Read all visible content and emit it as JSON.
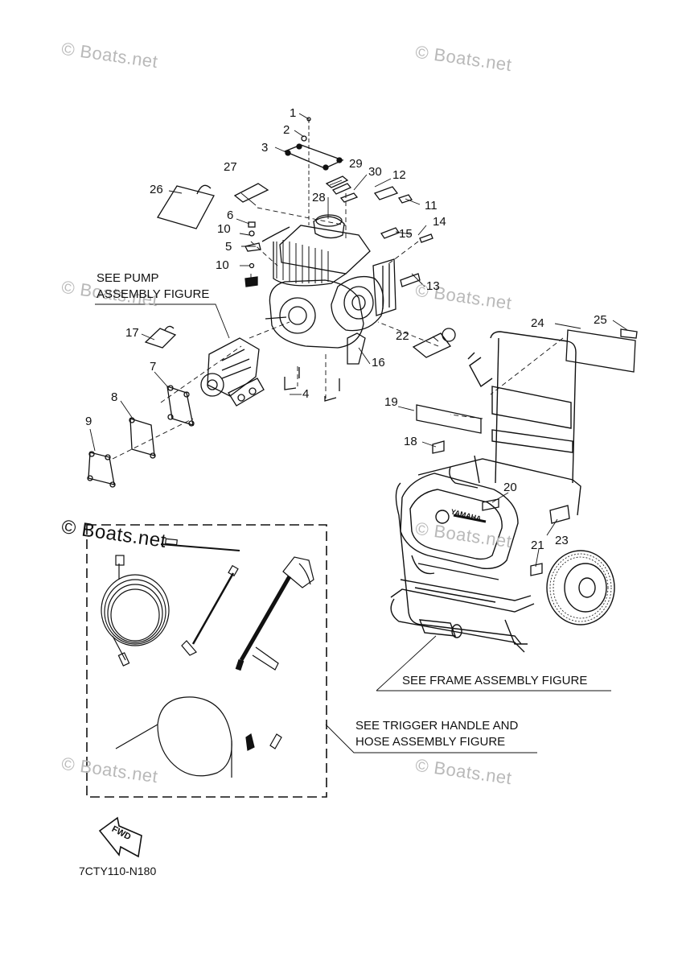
{
  "watermark": "© Boats.net",
  "callouts": {
    "c1": "1",
    "c2": "2",
    "c3": "3",
    "c4": "4",
    "c5": "5",
    "c6": "6",
    "c7": "7",
    "c8": "8",
    "c9": "9",
    "c10a": "10",
    "c10b": "10",
    "c11": "11",
    "c12": "12",
    "c13": "13",
    "c14": "14",
    "c15": "15",
    "c16": "16",
    "c17": "17",
    "c18": "18",
    "c19": "19",
    "c20": "20",
    "c21": "21",
    "c22": "22",
    "c23": "23",
    "c24": "24",
    "c25": "25",
    "c26": "26",
    "c27": "27",
    "c28": "28",
    "c29": "29",
    "c30": "30"
  },
  "notes": {
    "pump_line1": "SEE PUMP",
    "pump_line2": "ASSEMBLY FIGURE",
    "frame": "SEE FRAME ASSEMBLY FIGURE",
    "trigger_line1": "SEE TRIGGER HANDLE AND",
    "trigger_line2": "HOSE ASSEMBLY FIGURE"
  },
  "fwd_label": "FWD",
  "brand_on_frame": "YAMAHA",
  "drawing_code": "7CTY110-N180"
}
